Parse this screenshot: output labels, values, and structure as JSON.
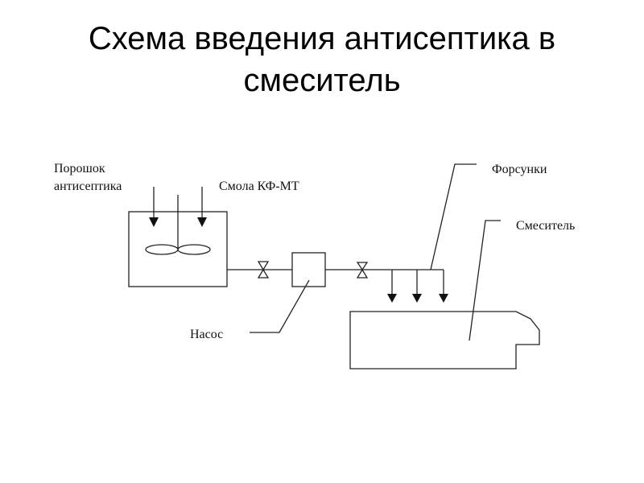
{
  "title": {
    "line1": "Схема введения антисептика в",
    "line2": "смеситель"
  },
  "diagram": {
    "labels": {
      "powder_line1": "Порошок",
      "powder_line2": "антисептика",
      "resin": "Смола КФ-МТ",
      "pump": "Насос",
      "nozzles": "Форсунки",
      "mixer": "Смеситель"
    },
    "components": [
      "tank-with-stirrer",
      "valve",
      "pump",
      "valve",
      "nozzle-manifold",
      "mixer"
    ],
    "nozzle_count": 3,
    "edges": [
      {
        "from": "powder-input",
        "to": "tank"
      },
      {
        "from": "resin-input",
        "to": "tank"
      },
      {
        "from": "tank",
        "to": "valve-1"
      },
      {
        "from": "valve-1",
        "to": "pump"
      },
      {
        "from": "pump",
        "to": "valve-2"
      },
      {
        "from": "valve-2",
        "to": "nozzle-manifold"
      },
      {
        "from": "nozzle-manifold",
        "to": "mixer"
      }
    ]
  }
}
